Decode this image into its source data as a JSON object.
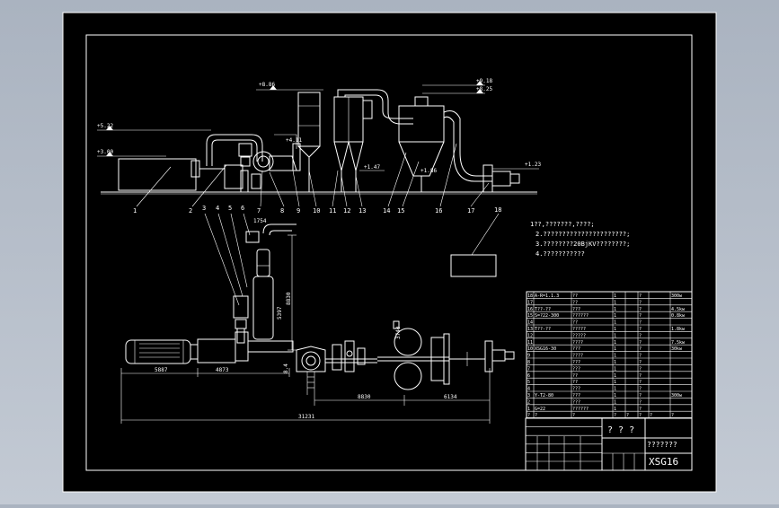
{
  "drawing": {
    "code": "XSG16",
    "elevations": [
      "+5.22",
      "+3.00",
      "+8.86",
      "+4.11",
      "+1.47",
      "+1.86",
      "+1.23",
      "+9.18",
      "+8.25"
    ],
    "part_numbers": [
      "1",
      "2",
      "3",
      "4",
      "5",
      "6",
      "7",
      "8",
      "9",
      "10",
      "11",
      "12",
      "13",
      "14",
      "15",
      "16",
      "17",
      "18"
    ],
    "plan_dims": {
      "d1": "5887",
      "d2": "4873",
      "d3": "8830",
      "d4": "6134",
      "total": "31231",
      "v1": "8830",
      "v2": "5397",
      "v3": "8.4",
      "h1": "1754",
      "h2": "3740"
    }
  },
  "notes": [
    "1??,???????,????;",
    "2.??????????????????????;",
    "3.????????20BjKV????????;",
    "4.???????????"
  ],
  "parts_table": {
    "rows": [
      {
        "no": "18",
        "code": "A-R=1.1.3",
        "name": "??",
        "qty": "1",
        "mat": "?",
        "note": "300w"
      },
      {
        "no": "17",
        "code": "",
        "name": "??",
        "qty": "1",
        "mat": "?",
        "note": ""
      },
      {
        "no": "16",
        "code": "T??-??",
        "name": "???",
        "qty": "1",
        "mat": "?",
        "note": "4.5kw"
      },
      {
        "no": "15",
        "code": "S=?22-300",
        "name": "??????",
        "qty": "1",
        "mat": "?",
        "note": "0.8kw"
      },
      {
        "no": "14",
        "code": "",
        "name": "??",
        "qty": "1",
        "mat": "?",
        "note": ""
      },
      {
        "no": "13",
        "code": "T??-??",
        "name": "?????",
        "qty": "1",
        "mat": "?",
        "note": "1.8kw"
      },
      {
        "no": "12",
        "code": "",
        "name": "?????",
        "qty": "1",
        "mat": "?",
        "note": ""
      },
      {
        "no": "11",
        "code": "",
        "name": "????",
        "qty": "1",
        "mat": "?",
        "note": "7.5kw"
      },
      {
        "no": "10",
        "code": "XSG16-30",
        "name": "???",
        "qty": "1",
        "mat": "?",
        "note": "30kw"
      },
      {
        "no": "9",
        "code": "",
        "name": "????",
        "qty": "1",
        "mat": "?",
        "note": ""
      },
      {
        "no": "8",
        "code": "",
        "name": "???",
        "qty": "1",
        "mat": "?",
        "note": ""
      },
      {
        "no": "7",
        "code": "",
        "name": "???",
        "qty": "1",
        "mat": "?",
        "note": ""
      },
      {
        "no": "6",
        "code": "",
        "name": "??",
        "qty": "1",
        "mat": "?",
        "note": ""
      },
      {
        "no": "5",
        "code": "",
        "name": "??",
        "qty": "1",
        "mat": "?",
        "note": ""
      },
      {
        "no": "4",
        "code": "",
        "name": "???",
        "qty": "1",
        "mat": "?",
        "note": ""
      },
      {
        "no": "3",
        "code": "Y-T2-80",
        "name": "???",
        "qty": "1",
        "mat": "?",
        "note": "300w"
      },
      {
        "no": "2",
        "code": "",
        "name": "???",
        "qty": "1",
        "mat": "?",
        "note": ""
      },
      {
        "no": "1",
        "code": "G=22",
        "name": "??????",
        "qty": "1",
        "mat": "?",
        "note": ""
      }
    ],
    "header": [
      "?",
      "?",
      "?",
      "?",
      "?",
      "?",
      "?",
      "?",
      "?"
    ]
  },
  "title_block": {
    "title": "? ? ?",
    "drawing_name": "???????",
    "code": "XSG16"
  }
}
